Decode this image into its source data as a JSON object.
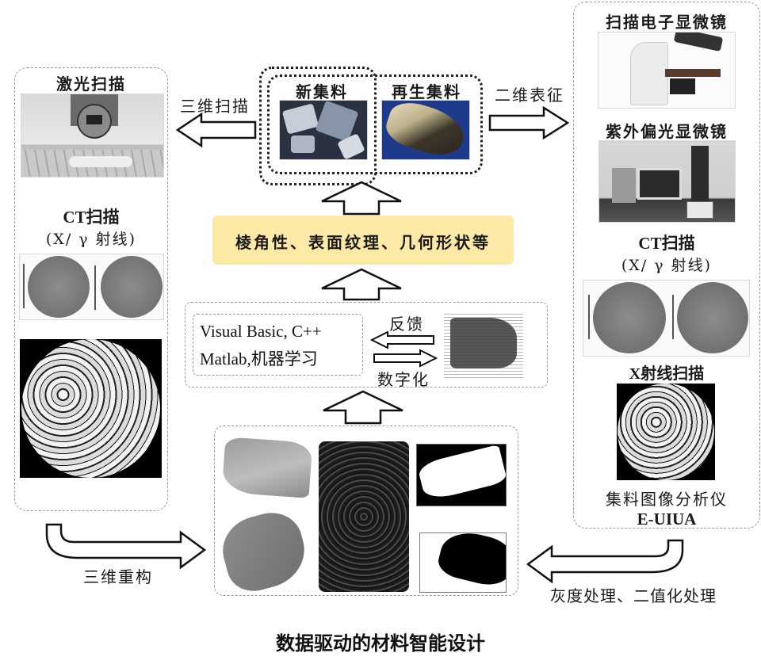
{
  "title": "数据驱动的材料智能设计",
  "left_panel": {
    "laser_label": "激光扫描",
    "ct_label": "CT扫描",
    "ct_sub": "(X/ γ 射线)"
  },
  "top_center": {
    "new_aggregate": "新集料",
    "recycled_aggregate": "再生集料",
    "left_arrow_label": "三维扫描",
    "right_arrow_label": "二维表征"
  },
  "features_box": {
    "text": "棱角性、表面纹理、几何形状等",
    "color": "#fde9a6"
  },
  "software_box": {
    "line1": "Visual Basic, C++",
    "line2": "Matlab,机器学习",
    "feedback_label": "反馈",
    "digitize_label": "数字化"
  },
  "right_panel": {
    "sem_label": "扫描电子显微镜",
    "uv_label": "紫外偏光显微镜",
    "ct_label": "CT扫描",
    "ct_sub": "(X/ γ 射线)",
    "xray_label": "X射线扫描",
    "analyzer_label": "集料图像分析仪",
    "analyzer_model": "E-UIUA"
  },
  "bottom": {
    "left_arrow_label": "三维重构",
    "right_arrow_label": "灰度处理、二值化处理"
  }
}
